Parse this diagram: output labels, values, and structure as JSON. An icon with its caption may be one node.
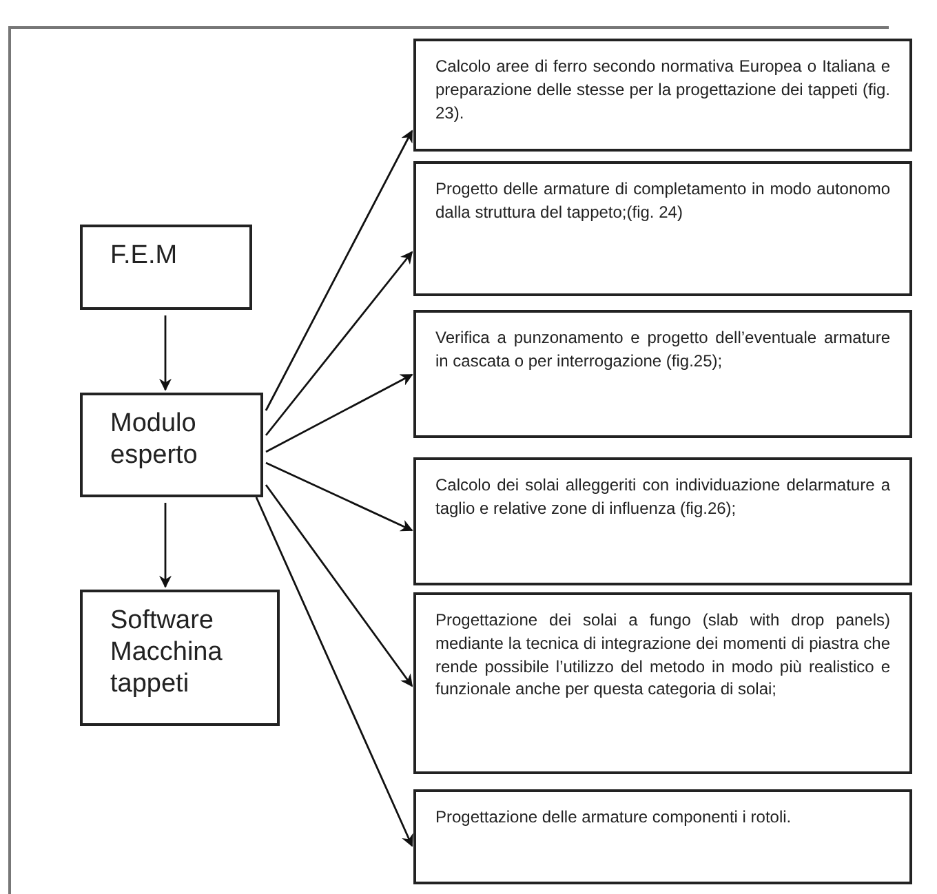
{
  "diagram": {
    "nodes": [
      {
        "text": [
          "F.E.M"
        ]
      },
      {
        "text": [
          "Modulo esperto"
        ]
      },
      {
        "text": [
          "Software Macchina tappeti"
        ]
      },
      {
        "text": [
          "Calcolo aree di ferro secondo normativa Europea o Italiana e preparazione delle stesse per la progettazione dei tappeti (fig. 23)."
        ]
      },
      {
        "text": [
          "Progetto delle armature di completamento in modo autonomo dalla struttura del tappeto;(fig. 24)"
        ]
      },
      {
        "text": [
          "Verifica a punzonamento e progetto dell’eventuale armature in cascata o per interrogazione (fig.25);"
        ]
      },
      {
        "text": [
          "Calcolo dei solai alleggeriti con individuazione delarmature a taglio e relative zone di influenza (fig.26);"
        ]
      },
      {
        "text": [
          "Progettazione dei solai a fungo (slab with drop panels) mediante la tecnica di integrazione dei momenti di piastra che rende possibile l’utilizzo del metodo in modo più realistico e funzionale anche per questa categoria di solai;"
        ]
      },
      {
        "text": [
          "Progettazione delle armature componenti i rotoli."
        ]
      }
    ],
    "edges": [
      {
        "from": 0,
        "to": 1,
        "arrow": "to"
      },
      {
        "from": 1,
        "to": 2,
        "arrow": "to"
      },
      {
        "from": 1,
        "to": 3,
        "arrow": "to"
      },
      {
        "from": 1,
        "to": 4,
        "arrow": "to"
      },
      {
        "from": 1,
        "to": 5,
        "arrow": "to"
      },
      {
        "from": 1,
        "to": 6,
        "arrow": "to"
      },
      {
        "from": 1,
        "to": 7,
        "arrow": "to"
      },
      {
        "from": 1,
        "to": 8,
        "arrow": "to"
      }
    ]
  }
}
